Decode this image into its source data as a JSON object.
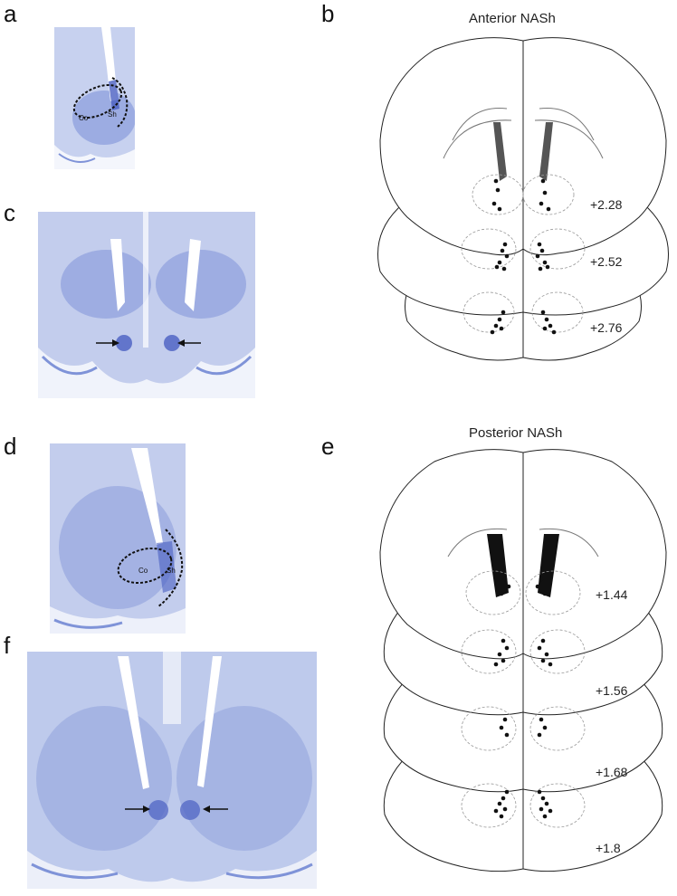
{
  "panels": {
    "a": {
      "letter": "a",
      "labels": {
        "core": "Co",
        "shell": "Sh"
      }
    },
    "b": {
      "letter": "b",
      "title": "Anterior NASh",
      "coordinates": [
        "+2.28",
        "+2.52",
        "+2.76"
      ]
    },
    "c": {
      "letter": "c"
    },
    "d": {
      "letter": "d",
      "labels": {
        "core": "Co",
        "shell": "Sh"
      }
    },
    "e": {
      "letter": "e",
      "title": "Posterior NASh",
      "coordinates": [
        "+1.44",
        "+1.56",
        "+1.68",
        "+1.8"
      ]
    },
    "f": {
      "letter": "f"
    }
  },
  "colors": {
    "stain_light": "#a9b8e6",
    "stain_mid": "#7f93d8",
    "stain_dark": "#4a5fc2",
    "background": "#ffffff",
    "outline": "#222222"
  }
}
